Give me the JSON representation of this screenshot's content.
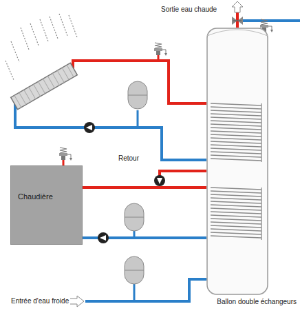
{
  "diagram": {
    "nodes": [
      {
        "text": [
          "Chaudière"
        ]
      },
      {
        "text": [
          "Ballon double échangeurs"
        ]
      }
    ],
    "edges": [
      {
        "from": 0,
        "to": 1,
        "arrow": "none"
      },
      {
        "from": 0,
        "to": 1,
        "arrow": "none"
      }
    ],
    "labels": [
      "Sortie eau chaude",
      "Retour",
      "Entrée d'eau froide"
    ]
  }
}
